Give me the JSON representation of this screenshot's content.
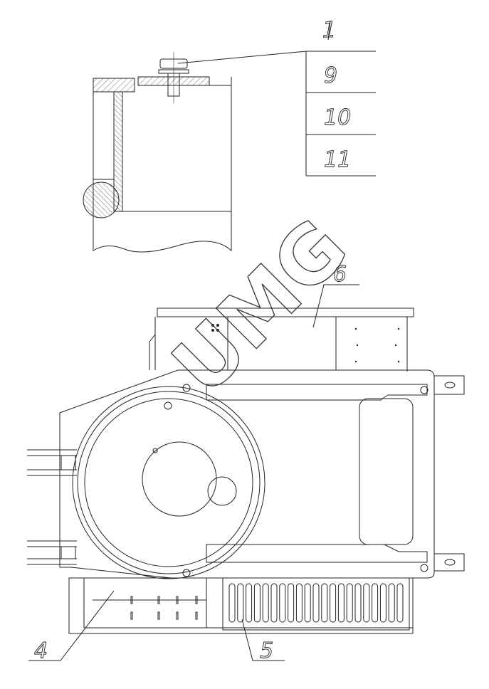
{
  "detail_view": {
    "callout_item": "1",
    "table_rows": [
      "9",
      "10",
      "11"
    ]
  },
  "assembly_view": {
    "callouts": {
      "top": "6",
      "left_bottom": "4",
      "right_bottom": "5"
    }
  },
  "watermark": "UMG",
  "colors": {
    "line": "#222222",
    "background": "#ffffff"
  }
}
